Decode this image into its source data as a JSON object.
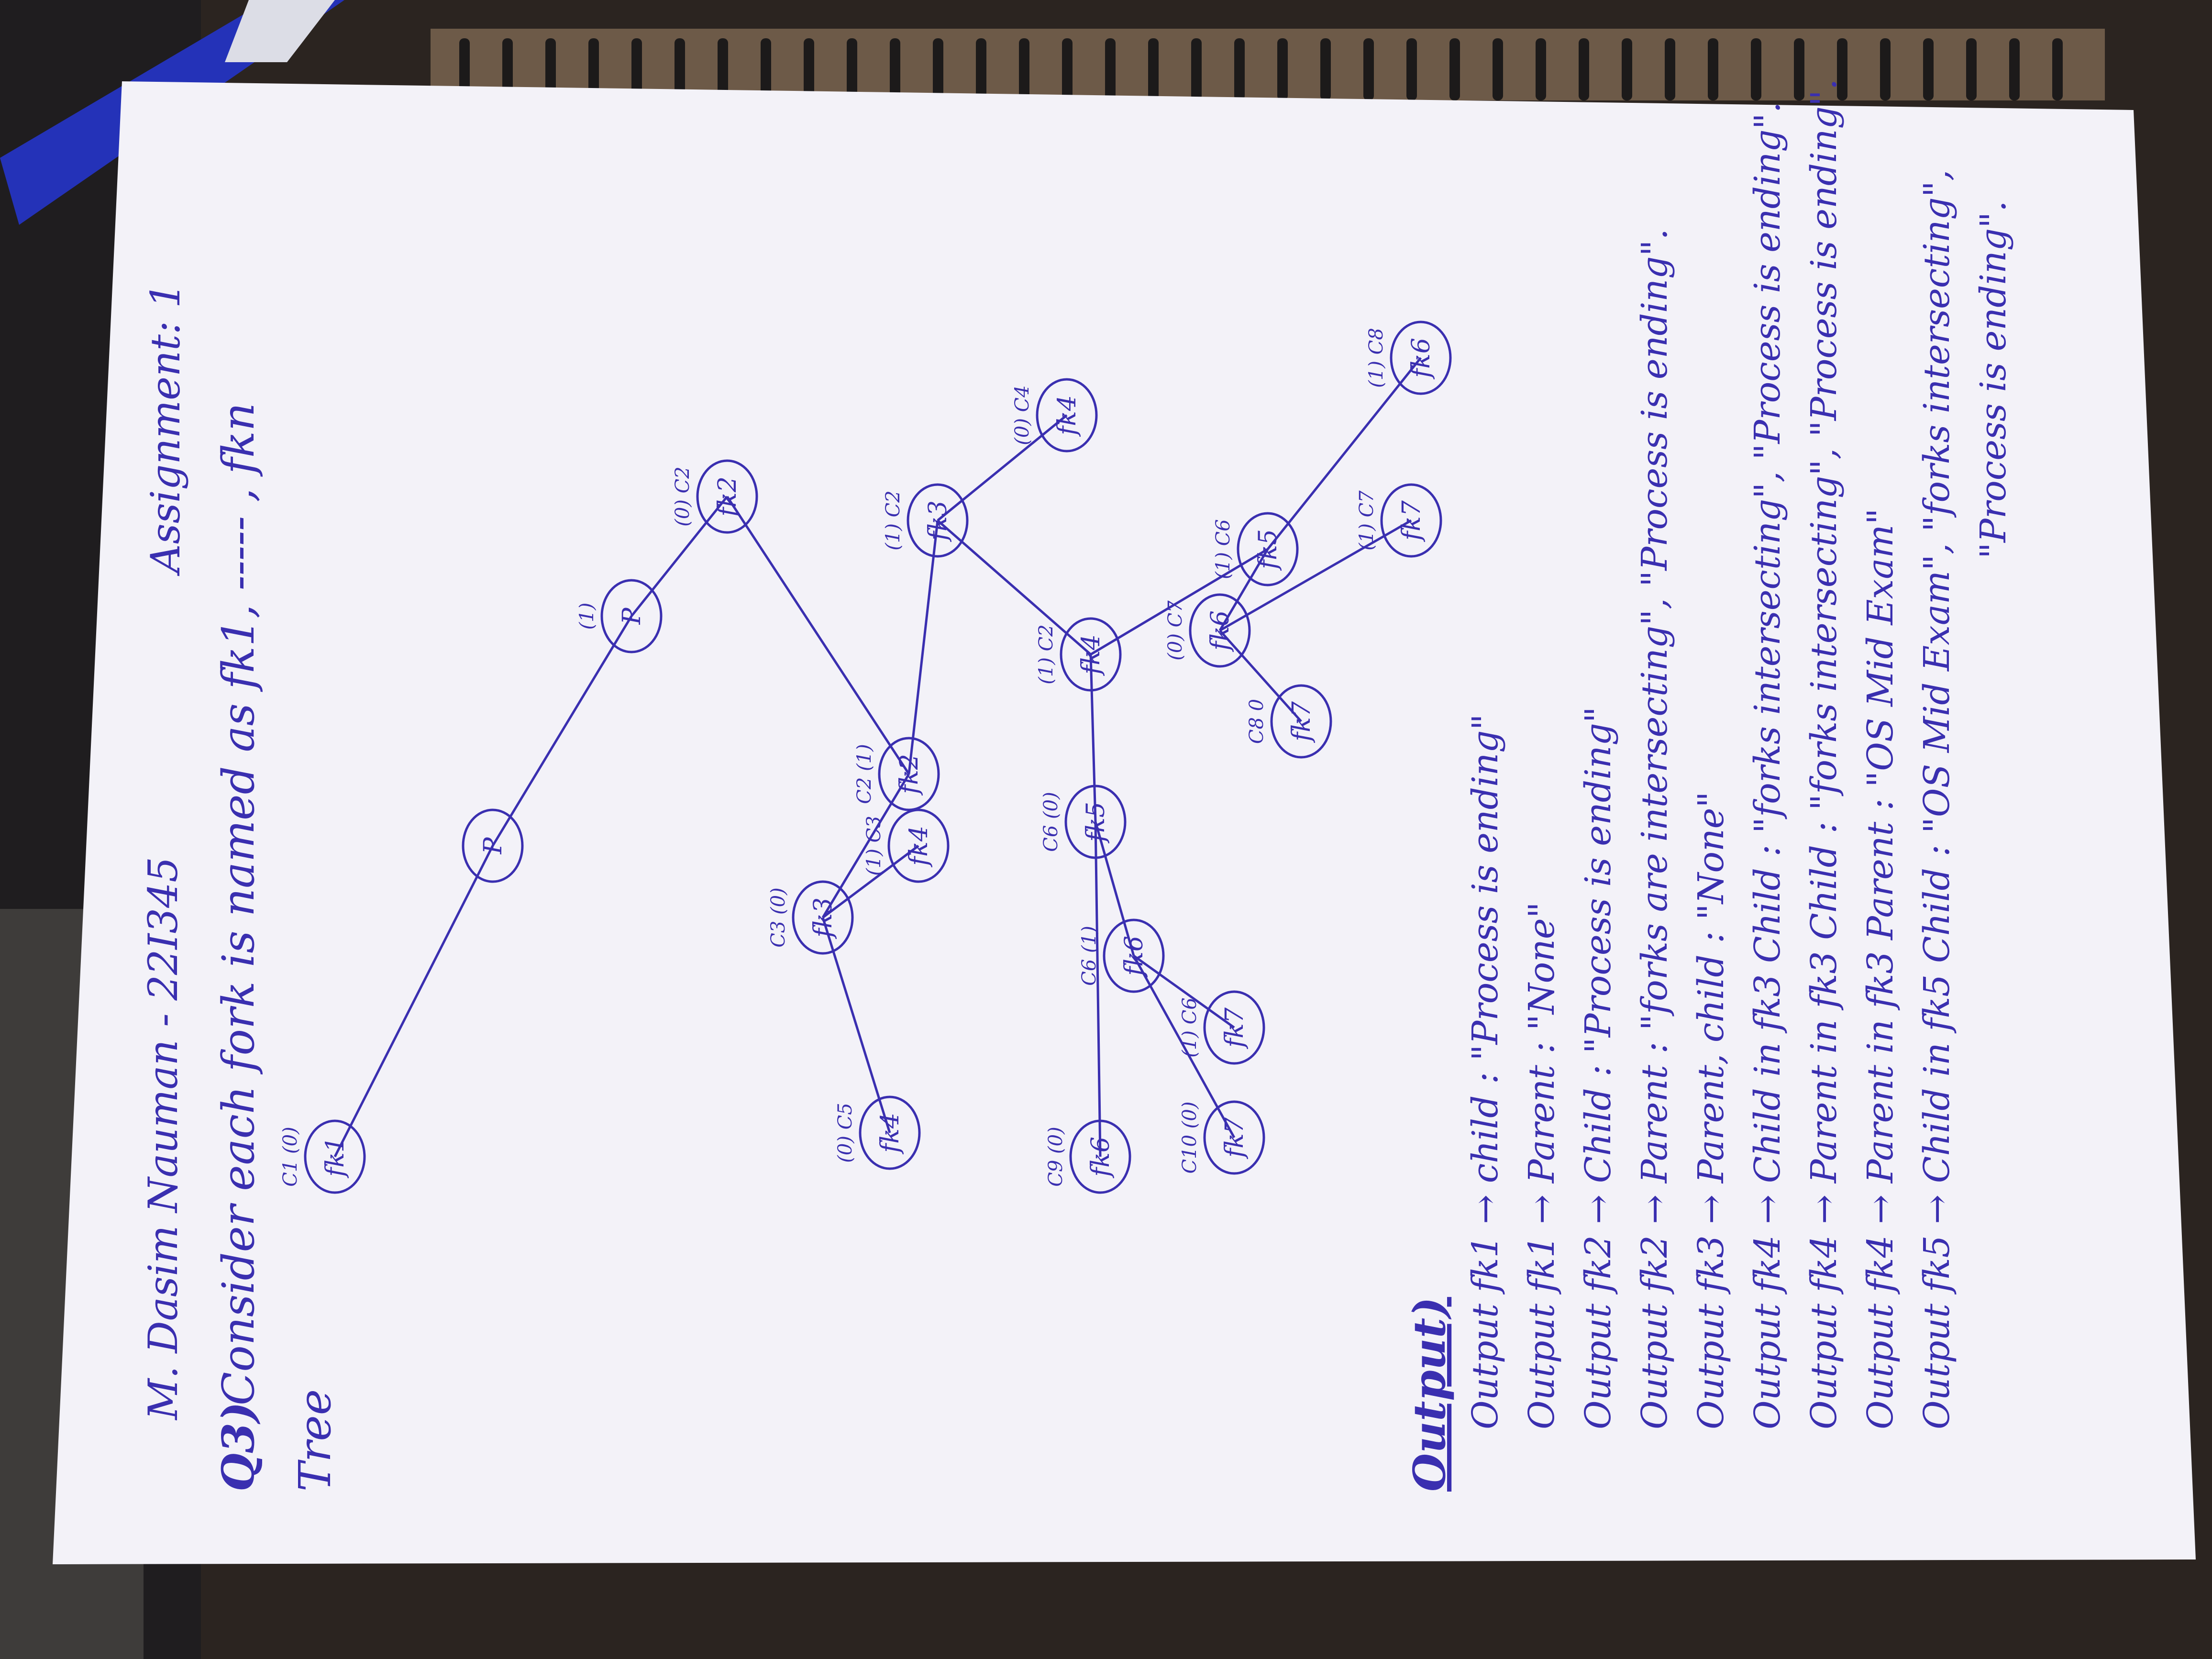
{
  "header": {
    "name": "M. Dasim Nauman - 22I345",
    "assignment": "Assignment: 1"
  },
  "question": {
    "number": "Q3)",
    "text": "Consider each fork is named as fk1, ----- , fkn",
    "tree_label": "Tree"
  },
  "tree": {
    "nodes": [
      {
        "label": "P",
        "note": ""
      },
      {
        "label": "P",
        "note": "(1)"
      },
      {
        "label": "fk1",
        "note": "C1 (0)"
      },
      {
        "label": "fk2",
        "note": "(0) C2"
      },
      {
        "label": "fk2",
        "note": "C2 (1)"
      },
      {
        "label": "fk3",
        "note": "(1) C2"
      },
      {
        "label": "fk3",
        "note": "C3 (0)"
      },
      {
        "label": "fk4",
        "note": "(1) C3"
      },
      {
        "label": "fk4",
        "note": "(0) C5"
      },
      {
        "label": "fk4",
        "note": "(1) C2"
      },
      {
        "label": "fk4",
        "note": "(0) C4"
      },
      {
        "label": "fk5",
        "note": "C6 (0)"
      },
      {
        "label": "fk5",
        "note": "(1) C6"
      },
      {
        "label": "fk6",
        "note": "C6 (1)"
      },
      {
        "label": "fk6",
        "note": "C9 (0)"
      },
      {
        "label": "fk6",
        "note": "(0) C7"
      },
      {
        "label": "fk6",
        "note": "(1) C8"
      },
      {
        "label": "fk7",
        "note": "(1) C6"
      },
      {
        "label": "fk7",
        "note": "C10 (0)"
      },
      {
        "label": "fk7",
        "note": "C8 0"
      },
      {
        "label": "fk7",
        "note": "(1) C7"
      }
    ]
  },
  "output": {
    "heading": "Output)",
    "lines": [
      "Output fk1 → child : \"Process is ending\"",
      "Output fk1 → Parent : \"None\"",
      "Output fk2 → Child : \"Process is ending\"",
      "Output fk2 → Parent : \"forks are intersecting\", \"Process is ending\".",
      "Output fk3 → Parent, child : \"None\"",
      "Output fk4 → Child in fk3 Child : \"forks intersecting\", \"Process is ending\".",
      "Output fk4 → Parent in fk3 Child : \"forks intersecting\", \"Process is ending\".",
      "Output fk4 → Parent in fk3 Parent : \"OS Mid Exam\"",
      "Output fk5 → Child in fk5 Child : \"OS Mid Exam\", \"forks intersecting\",",
      "\"Process is ending\"."
    ]
  },
  "colors": {
    "ink": "#3a2fb0",
    "paper": "#f3f2f8",
    "background": "#2a2320"
  }
}
